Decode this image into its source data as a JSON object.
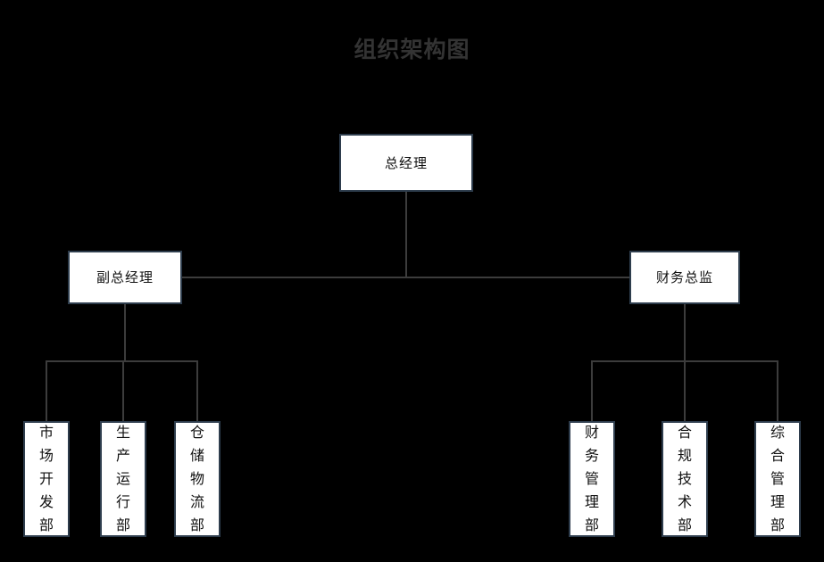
{
  "title": "组织架构图",
  "colors": {
    "background": "#000000",
    "node_fill": "#ffffff",
    "node_border": "#2e3d4d",
    "connector": "#3c3c3c",
    "title_text": "#333333",
    "node_text": "#111111"
  },
  "nodes": {
    "root": {
      "label": "总经理"
    },
    "level2": [
      {
        "label": "副总经理"
      },
      {
        "label": "财务总监"
      }
    ],
    "left_departments": [
      {
        "label": "市场开发部"
      },
      {
        "label": "生产运行部"
      },
      {
        "label": "仓储物流部"
      }
    ],
    "right_departments": [
      {
        "label": "财务管理部"
      },
      {
        "label": "合规技术部"
      },
      {
        "label": "综合管理部"
      }
    ]
  }
}
